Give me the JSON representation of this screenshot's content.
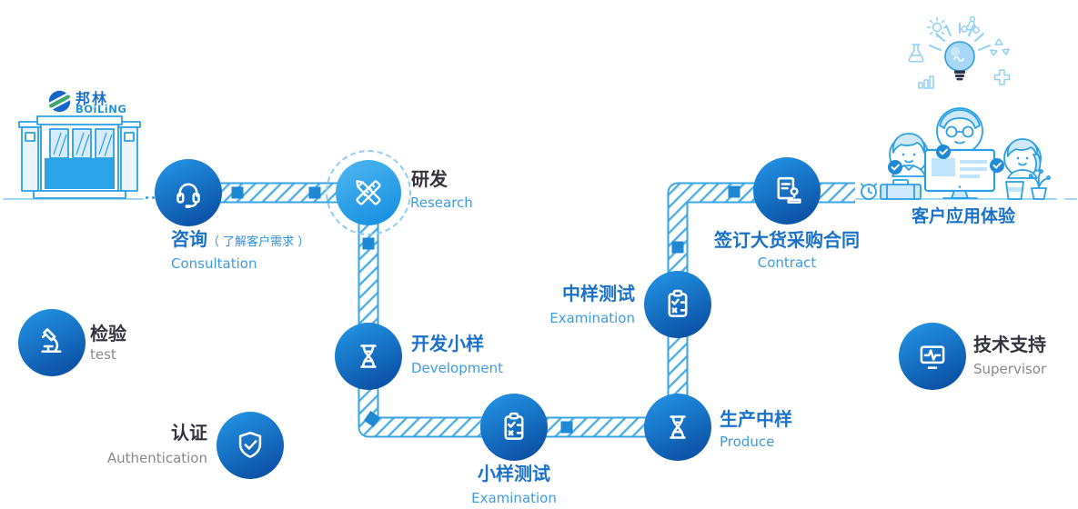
{
  "logo": {
    "name_cn": "邦林",
    "name_en": "BOiLiNG"
  },
  "flow": {
    "consultation": {
      "cn": "咨询",
      "note": "（ 了解客户需求 ）",
      "en": "Consultation"
    },
    "research": {
      "cn": "研发",
      "en": "Research"
    },
    "development": {
      "cn": "开发小样",
      "en": "Development"
    },
    "sample_test": {
      "cn": "小样测试",
      "en": "Examination"
    },
    "produce": {
      "cn": "生产中样",
      "en": "Produce"
    },
    "mid_test": {
      "cn": "中样测试",
      "en": "Examination"
    },
    "contract": {
      "cn": "签订大货采购合同",
      "en": "Contract"
    },
    "experience": {
      "cn": "客户应用体验"
    }
  },
  "extras": {
    "inspection": {
      "cn": "检验",
      "en": "test"
    },
    "certification": {
      "cn": "认证",
      "en": "Authentication"
    },
    "support": {
      "cn": "技术支持",
      "en": "Supervisor"
    }
  },
  "colors": {
    "node_gradient_start": "#2291e2",
    "node_gradient_end": "#0c54a8",
    "research_node": "#2ba1e8",
    "track_border": "#38a5e3",
    "track_hatch": "#4fafe5",
    "track_chip": "#1f88d4",
    "label_blue": "#1a71c8",
    "label_light_blue": "#3d9be0",
    "label_dark": "#34343e",
    "label_gray": "#87878f",
    "outline_blue": "#2a9fe5",
    "fill_light_blue": "#bfe3fa"
  }
}
